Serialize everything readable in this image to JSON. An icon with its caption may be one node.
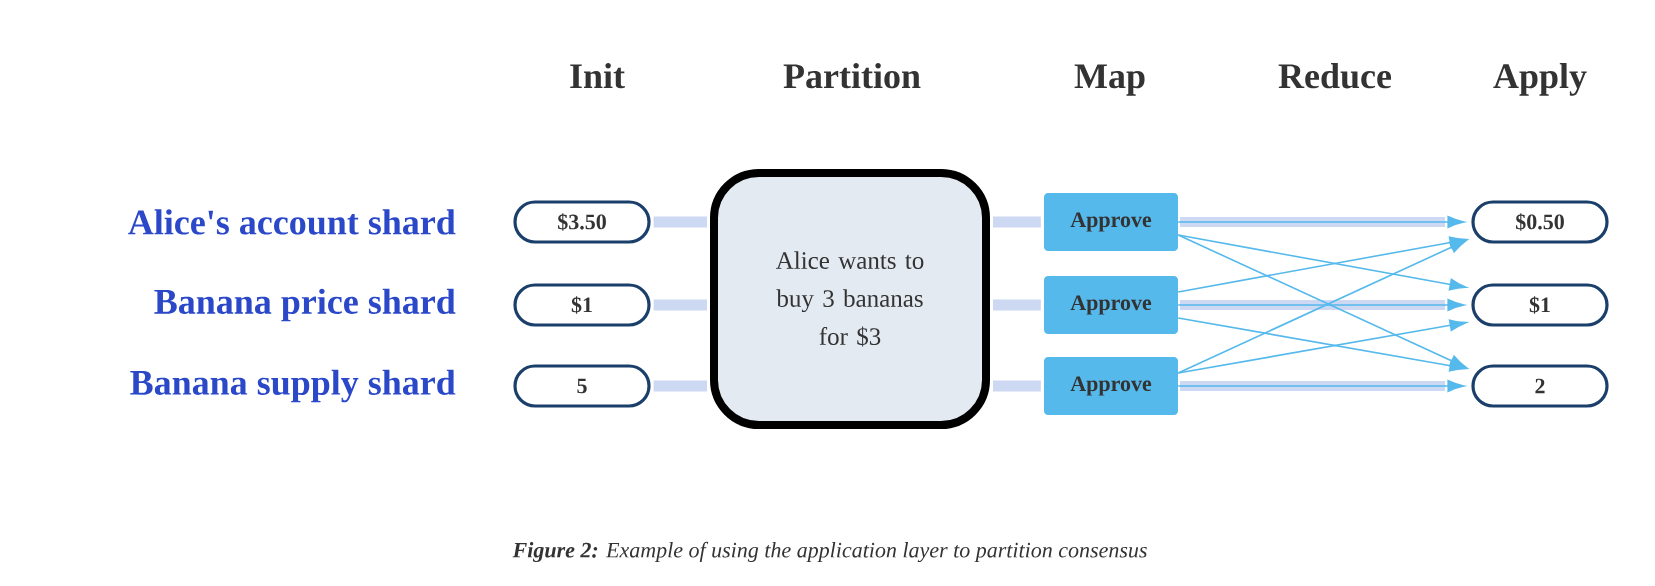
{
  "diagram": {
    "caption": "**Figure 2:** Example of using the application layer to partition consensus",
    "nodes": [
      {
        "text": [
          "$3.50"
        ]
      },
      {
        "text": [
          "$1"
        ]
      },
      {
        "text": [
          "5"
        ]
      },
      {
        "text": [
          "Alice wants to buy 3 bananas for $3"
        ]
      },
      {
        "text": [
          "Approve"
        ]
      },
      {
        "text": [
          "Approve"
        ]
      },
      {
        "text": [
          "Approve"
        ]
      },
      {
        "text": [
          "$0.50"
        ]
      },
      {
        "text": [
          "$1"
        ]
      },
      {
        "text": [
          "2"
        ]
      }
    ],
    "edges": [
      {
        "from": 0,
        "to": 3,
        "arrow": "none",
        "style": "thick",
        "color": "#cdd8f2"
      },
      {
        "from": 1,
        "to": 3,
        "arrow": "none",
        "style": "thick",
        "color": "#cdd8f2"
      },
      {
        "from": 2,
        "to": 3,
        "arrow": "none",
        "style": "thick",
        "color": "#cdd8f2"
      },
      {
        "from": 3,
        "to": 4,
        "arrow": "none",
        "style": "thick",
        "color": "#cdd8f2"
      },
      {
        "from": 3,
        "to": 5,
        "arrow": "none",
        "style": "thick",
        "color": "#cdd8f2"
      },
      {
        "from": 3,
        "to": 6,
        "arrow": "none",
        "style": "thick",
        "color": "#cdd8f2"
      },
      {
        "from": 4,
        "to": 7,
        "arrow": "to",
        "color": "#55b9ec"
      },
      {
        "from": 4,
        "to": 8,
        "arrow": "to",
        "color": "#55b9ec"
      },
      {
        "from": 4,
        "to": 9,
        "arrow": "to",
        "color": "#55b9ec"
      },
      {
        "from": 5,
        "to": 7,
        "arrow": "to",
        "color": "#55b9ec"
      },
      {
        "from": 5,
        "to": 8,
        "arrow": "to",
        "color": "#55b9ec"
      },
      {
        "from": 5,
        "to": 9,
        "arrow": "to",
        "color": "#55b9ec"
      },
      {
        "from": 6,
        "to": 7,
        "arrow": "to",
        "color": "#55b9ec"
      },
      {
        "from": 6,
        "to": 8,
        "arrow": "to",
        "color": "#55b9ec"
      },
      {
        "from": 6,
        "to": 9,
        "arrow": "to",
        "color": "#55b9ec"
      }
    ],
    "labels": [
      "Init",
      "Partition",
      "Map",
      "Reduce",
      "Apply",
      "Alice's account shard",
      "Banana price shard",
      "Banana supply shard"
    ]
  }
}
